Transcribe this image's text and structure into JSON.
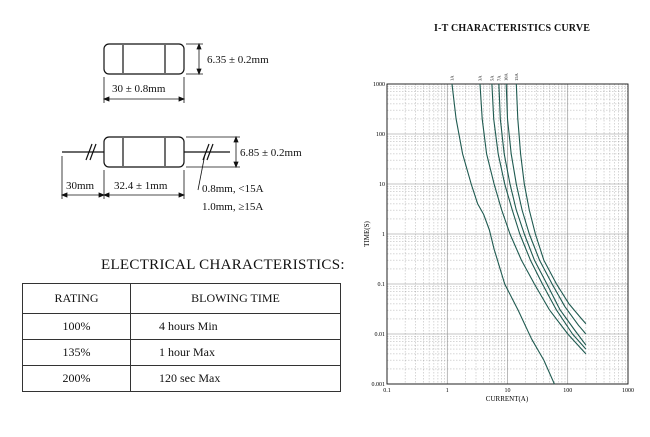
{
  "dimensions": {
    "body_length": "30 ± 0.8mm",
    "body_diameter": "6.35 ± 0.2mm",
    "lead_length": "30mm",
    "leaded_body_length": "32.4 ± 1mm",
    "leaded_diameter": "6.85 ± 0.2mm",
    "lead_dia_low": "0.8mm, <15A",
    "lead_dia_high": "1.0mm, ≥15A"
  },
  "electrical": {
    "title": "ELECTRICAL CHARACTERISTICS:",
    "headers": [
      "RATING",
      "BLOWING TIME"
    ],
    "rows": [
      {
        "rating": "100%",
        "time": "4 hours Min"
      },
      {
        "rating": "135%",
        "time": "1 hour Max"
      },
      {
        "rating": "200%",
        "time": "120 sec Max"
      }
    ]
  },
  "colors": {
    "curve": "#1f5a50",
    "grid": "#8a8a8a",
    "ink": "#111111"
  },
  "chart_data": {
    "type": "line",
    "title": "I-T CHARACTERISTICS CURVE",
    "xlabel": "CURRENT(A)",
    "ylabel": "TIME(S)",
    "xscale": "log",
    "yscale": "log",
    "xlim": [
      0.1,
      1000
    ],
    "ylim": [
      0.001,
      1000
    ],
    "grid": true,
    "x_ticks": [
      "0.1",
      "1",
      "10",
      "100",
      "1000"
    ],
    "y_ticks": [
      "0.001",
      "0.01",
      "0.1",
      "1",
      "10",
      "100",
      "1000"
    ],
    "series": [
      {
        "name": "1A",
        "points": [
          [
            1.2,
            1000
          ],
          [
            1.4,
            200
          ],
          [
            1.8,
            40
          ],
          [
            2.5,
            10
          ],
          [
            3.2,
            4
          ],
          [
            4.0,
            2.5
          ],
          [
            5.0,
            1.2
          ],
          [
            6.0,
            0.5
          ],
          [
            9.0,
            0.1
          ],
          [
            15,
            0.03
          ],
          [
            25,
            0.008
          ],
          [
            40,
            0.003
          ],
          [
            60,
            0.001
          ]
        ]
      },
      {
        "name": "3A",
        "points": [
          [
            3.5,
            1000
          ],
          [
            3.8,
            200
          ],
          [
            4.5,
            40
          ],
          [
            6.0,
            10
          ],
          [
            8.0,
            3
          ],
          [
            11,
            1
          ],
          [
            17,
            0.3
          ],
          [
            28,
            0.1
          ],
          [
            50,
            0.03
          ],
          [
            100,
            0.01
          ],
          [
            200,
            0.004
          ]
        ]
      },
      {
        "name": "5A",
        "points": [
          [
            5.5,
            1000
          ],
          [
            5.9,
            200
          ],
          [
            7.0,
            40
          ],
          [
            9.0,
            10
          ],
          [
            12,
            3
          ],
          [
            16,
            1
          ],
          [
            24,
            0.3
          ],
          [
            38,
            0.1
          ],
          [
            65,
            0.03
          ],
          [
            120,
            0.01
          ],
          [
            200,
            0.005
          ]
        ]
      },
      {
        "name": "7A",
        "points": [
          [
            7.2,
            1000
          ],
          [
            7.6,
            200
          ],
          [
            8.8,
            40
          ],
          [
            11,
            10
          ],
          [
            14,
            3
          ],
          [
            19,
            1
          ],
          [
            28,
            0.3
          ],
          [
            45,
            0.1
          ],
          [
            75,
            0.03
          ],
          [
            130,
            0.012
          ],
          [
            200,
            0.006
          ]
        ]
      },
      {
        "name": "10A",
        "points": [
          [
            9.5,
            1000
          ],
          [
            10,
            200
          ],
          [
            11.5,
            40
          ],
          [
            14,
            10
          ],
          [
            17.5,
            3
          ],
          [
            23,
            1
          ],
          [
            34,
            0.3
          ],
          [
            55,
            0.1
          ],
          [
            90,
            0.035
          ],
          [
            150,
            0.015
          ],
          [
            200,
            0.01
          ]
        ]
      },
      {
        "name": "15A",
        "points": [
          [
            14,
            1000
          ],
          [
            14.8,
            200
          ],
          [
            16.5,
            40
          ],
          [
            19,
            10
          ],
          [
            23,
            3
          ],
          [
            29,
            1
          ],
          [
            40,
            0.3
          ],
          [
            65,
            0.1
          ],
          [
            105,
            0.04
          ],
          [
            170,
            0.02
          ],
          [
            200,
            0.016
          ]
        ]
      }
    ]
  }
}
